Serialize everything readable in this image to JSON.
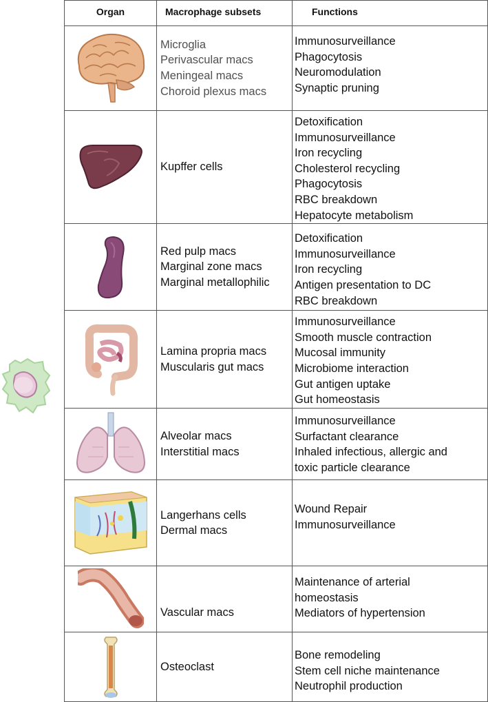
{
  "table": {
    "headers": {
      "organ": "Organ",
      "subsets": "Macrophage subsets",
      "functions": "Functions"
    },
    "rows": [
      {
        "organ_icon": "brain-icon",
        "subsets": [
          "Microglia",
          "Perivascular macs",
          "Meningeal macs",
          "Choroid plexus macs"
        ],
        "functions": [
          "Immunosurveillance",
          "Phagocytosis",
          "Neuromodulation",
          "Synaptic pruning"
        ]
      },
      {
        "organ_icon": "liver-icon",
        "subsets": [
          "Kupffer cells"
        ],
        "functions": [
          "Detoxification",
          "Immunosurveillance",
          "Iron recycling",
          "Cholesterol recycling",
          "Phagocytosis",
          "RBC breakdown",
          "Hepatocyte metabolism"
        ]
      },
      {
        "organ_icon": "spleen-icon",
        "subsets": [
          "Red pulp macs",
          "Marginal zone macs",
          "Marginal metallophilic"
        ],
        "functions": [
          "Detoxification",
          "Immunosurveillance",
          "Iron recycling",
          "Antigen presentation to DC",
          "RBC breakdown"
        ]
      },
      {
        "organ_icon": "intestine-icon",
        "subsets": [
          "Lamina propria macs",
          "Muscularis gut macs"
        ],
        "functions": [
          "Immunosurveillance",
          "Smooth muscle contraction",
          "Mucosal immunity",
          "Microbiome interaction",
          "Gut antigen uptake",
          "Gut homeostasis"
        ]
      },
      {
        "organ_icon": "lungs-icon",
        "subsets": [
          "Alveolar macs",
          "Interstitial macs"
        ],
        "functions": [
          "Immunosurveillance",
          "Surfactant clearance",
          "Inhaled infectious, allergic and",
          "toxic particle clearance"
        ]
      },
      {
        "organ_icon": "skin-icon",
        "subsets": [
          "Langerhans cells",
          "Dermal macs"
        ],
        "functions": [
          "Wound Repair",
          "Immunosurveillance"
        ]
      },
      {
        "organ_icon": "artery-icon",
        "subsets": [
          "Vascular macs"
        ],
        "functions": [
          "Maintenance of arterial",
          "homeostasis",
          "Mediators of hypertension"
        ]
      },
      {
        "organ_icon": "bone-icon",
        "subsets": [
          "Osteoclast"
        ],
        "functions": [
          "Bone remodeling",
          "Stem cell niche maintenance",
          "Neutrophil production"
        ]
      }
    ]
  },
  "colors": {
    "brain": "#e8b48a",
    "liver": "#7a3b4a",
    "spleen": "#8a4a78",
    "macrophage": "#c8e8c0"
  }
}
